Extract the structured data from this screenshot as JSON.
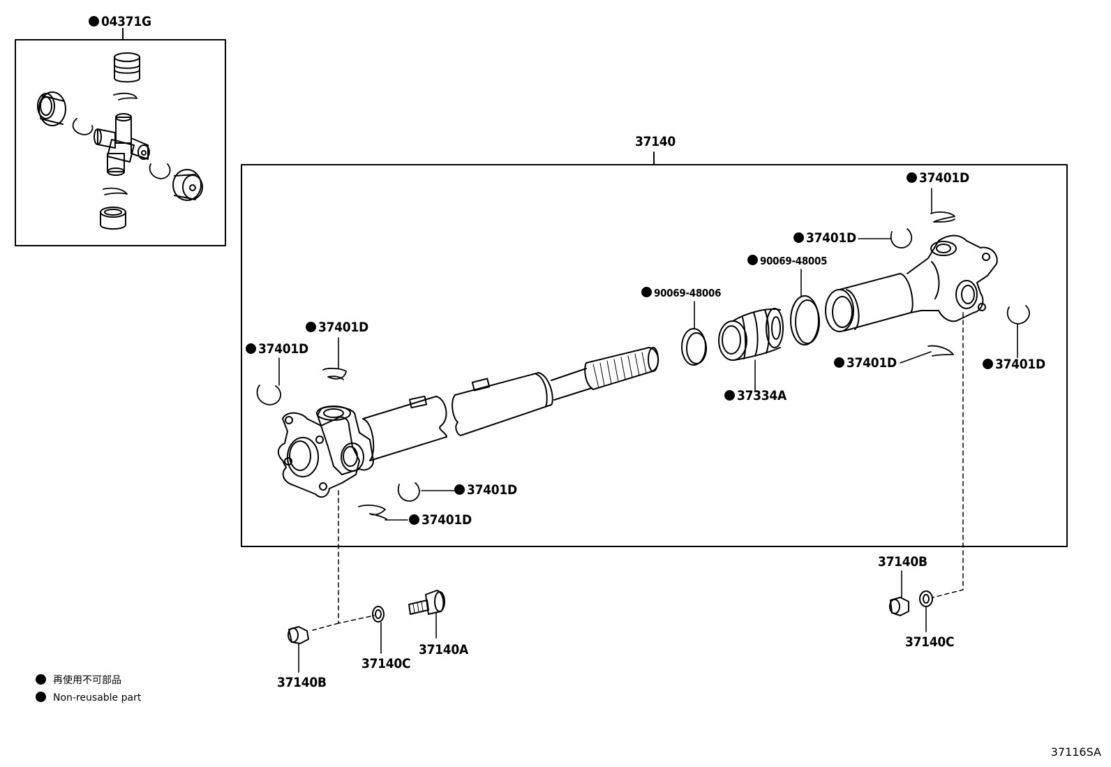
{
  "labels": {
    "kit_04371G": "04371G",
    "assembly_37140": "37140",
    "clip_top_right": "37401D",
    "clip_upper_mid": "37401D",
    "ring_90069_48005": "90069-48005",
    "ring_90069_48006": "90069-48006",
    "clip_left_upper": "37401D",
    "clip_left_outer": "37401D",
    "boot_37334A": "37334A",
    "clip_right_lower": "37401D",
    "clip_right_outer": "37401D",
    "clip_bottom_mid": "37401D",
    "clip_bottom_left": "37401D",
    "nut_right": "37140B",
    "washer_right": "37140C",
    "bolt_37140A": "37140A",
    "washer_left": "37140C",
    "nut_left": "37140B"
  },
  "legend": {
    "japanese": "再使用不可部品",
    "english": "Non-reusable part"
  },
  "diagram_code": "37116SA"
}
